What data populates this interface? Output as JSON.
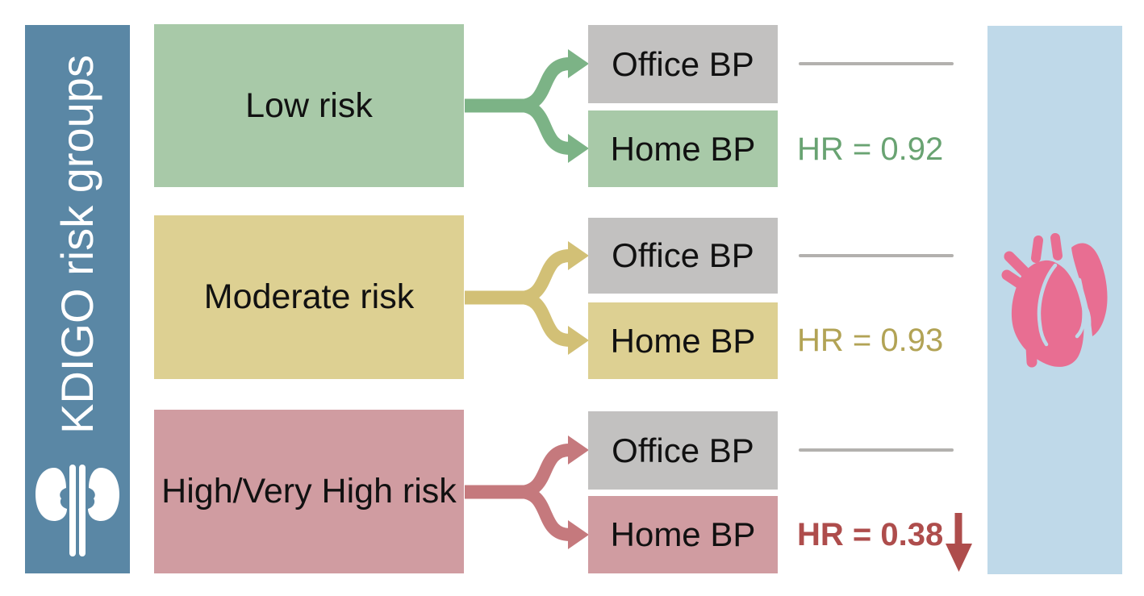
{
  "sidebar": {
    "title": "KDIGO risk groups",
    "icon": "kidneys-icon",
    "bg_color": "#5a87a5"
  },
  "outcome_panel": {
    "icon": "heart-icon",
    "bg_color": "#bfd9e9",
    "heart_color": "#e86e92"
  },
  "rows": [
    {
      "group": "Low risk",
      "office_label": "Office BP",
      "home_label": "Home BP",
      "hr": "HR = 0.92",
      "group_color": "#a8c9a8",
      "arrow_color": "#7cb386",
      "hr_color": "#69a372",
      "emphasized": false
    },
    {
      "group": "Moderate risk",
      "office_label": "Office BP",
      "home_label": "Home BP",
      "hr": "HR = 0.93",
      "group_color": "#ddd092",
      "arrow_color": "#d2c076",
      "hr_color": "#b2a355",
      "emphasized": false
    },
    {
      "group": "High/Very High risk",
      "office_label": "Office BP",
      "home_label": "Home BP",
      "hr": "HR = 0.38",
      "group_color": "#d09ca1",
      "arrow_color": "#c5797d",
      "hr_color": "#ae4d4c",
      "emphasized": true,
      "emphasis_icon": "down-arrow-icon"
    }
  ],
  "office_box_color": "#c2c1c0",
  "reference_line_color": "#b3b1ae"
}
